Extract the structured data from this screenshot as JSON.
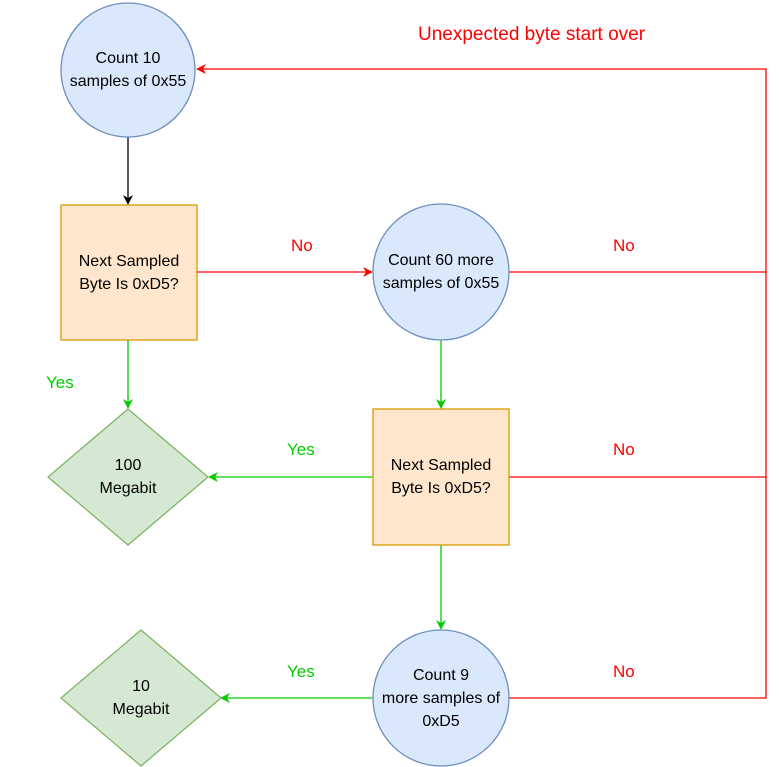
{
  "colors": {
    "circle_fill": "#dae8fc",
    "circle_stroke": "#6c8ebf",
    "rect_fill": "#ffe6cc",
    "rect_stroke": "#d79b00",
    "diamond_fill": "#d5e8d4",
    "diamond_stroke": "#82b366",
    "edge_black": "#000000",
    "edge_red": "#ff0000",
    "edge_green": "#00cc00"
  },
  "nodes": {
    "count10": "Count 10\nsamples of 0x55",
    "check1": "Next Sampled\nByte Is 0xD5?",
    "count60": "Count  60 more\nsamples of 0x55",
    "check2": "Next Sampled\nByte Is 0xD5?",
    "count9": "Count  9\nmore samples of\n0xD5",
    "mb100": "100\nMegabit",
    "mb10": "10\nMegabit"
  },
  "labels": {
    "restart": "Unexpected byte start over",
    "no_check1": "No",
    "no_count60": "No",
    "yes_check1": "Yes",
    "yes_check2": "Yes",
    "no_check2": "No",
    "yes_count9": "Yes",
    "no_count9": "No"
  }
}
